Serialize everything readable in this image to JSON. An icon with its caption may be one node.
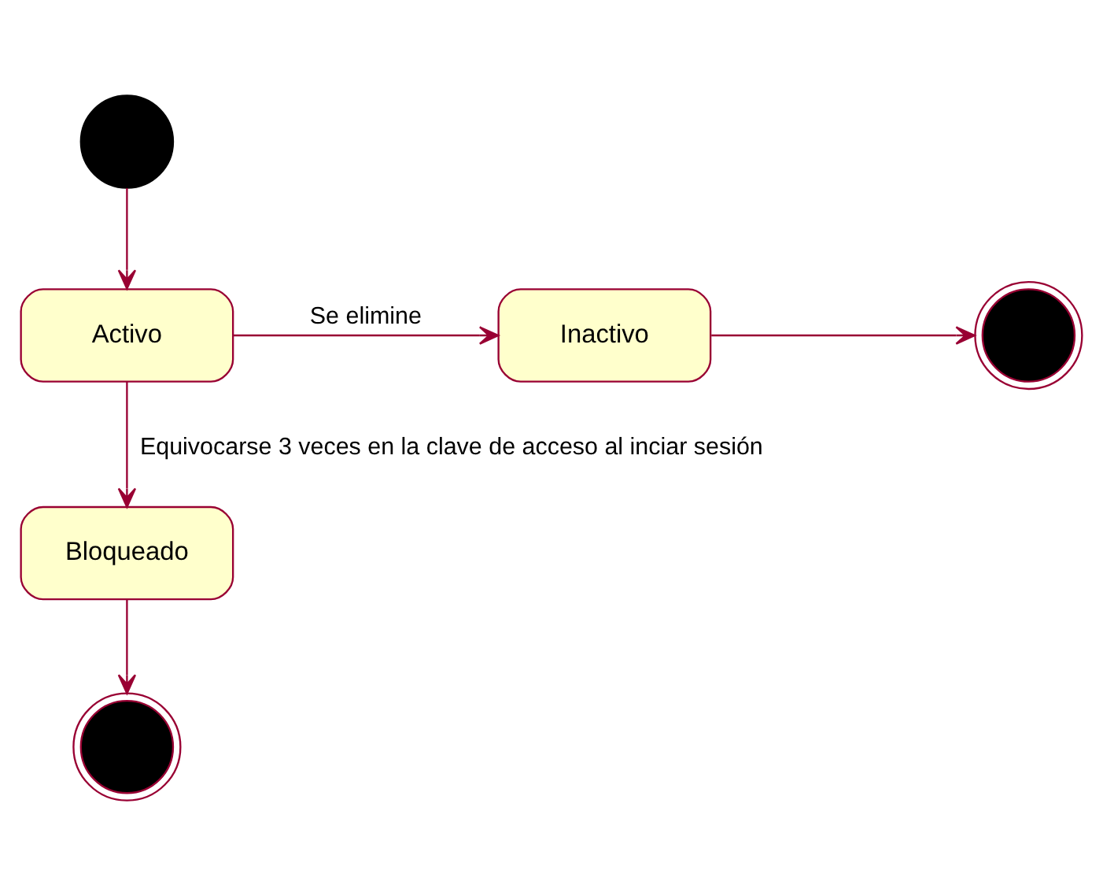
{
  "diagram": {
    "nodes": [
      {
        "text": [],
        "shape": "circle"
      },
      {
        "text": [
          "Activo"
        ]
      },
      {
        "text": [
          "Inactivo"
        ]
      },
      {
        "text": [],
        "shape": "circle"
      },
      {
        "text": [
          "Bloqueado"
        ]
      },
      {
        "text": [],
        "shape": "circle"
      }
    ],
    "edges": [
      {
        "from": 0,
        "to": 1,
        "arrow": "to"
      },
      {
        "from": 1,
        "to": 2,
        "arrow": "to",
        "label": "Se elimine"
      },
      {
        "from": 2,
        "to": 3,
        "arrow": "to"
      },
      {
        "from": 1,
        "to": 4,
        "arrow": "to",
        "label": "Equivocarse 3 veces en la clave de acceso al inciar sesión"
      },
      {
        "from": 4,
        "to": 5,
        "arrow": "to"
      }
    ]
  }
}
